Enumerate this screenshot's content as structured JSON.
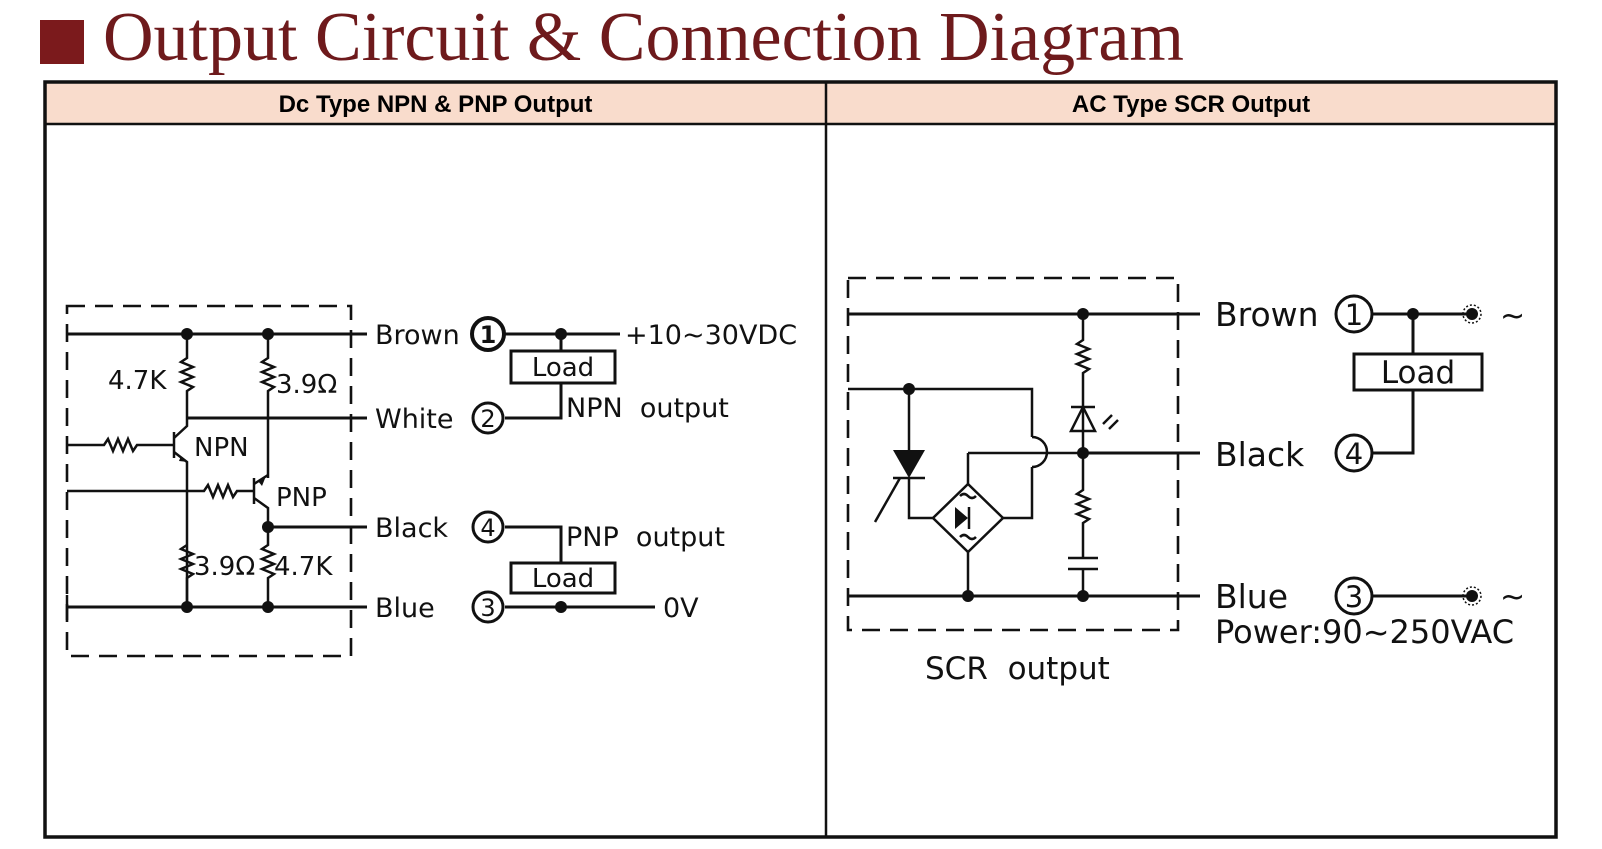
{
  "title": "Output Circuit & Connection Diagram",
  "colors": {
    "title": "#6e1a1c",
    "title_square": "#7b1a1c",
    "header_band": "#f9dccc",
    "line": "#111111"
  },
  "panels": {
    "dc": {
      "header": "Dc Type NPN & PNP Output",
      "resistor_4k7_top": "4.7K",
      "resistor_3r9_top": "3.9Ω",
      "resistor_3r9_bottom": "3.9Ω",
      "resistor_4k7_bottom": "4.7K",
      "npn_label": "NPN",
      "pnp_label": "PNP",
      "wires": {
        "brown": {
          "label": "Brown",
          "pin": "1"
        },
        "white": {
          "label": "White",
          "pin": "2"
        },
        "black": {
          "label": "Black",
          "pin": "4"
        },
        "blue": {
          "label": "Blue",
          "pin": "3"
        }
      },
      "supply": "+10~30VDC",
      "ground": "0V",
      "load_top": "Load",
      "load_bottom": "Load",
      "npn_output": "NPN  output",
      "pnp_output": "PNP  output"
    },
    "ac": {
      "header": "AC Type SCR Output",
      "wires": {
        "brown": {
          "label": "Brown",
          "pin": "1"
        },
        "black": {
          "label": "Black",
          "pin": "4"
        },
        "blue": {
          "label": "Blue",
          "pin": "3"
        }
      },
      "load": "Load",
      "tilde_top": "~",
      "tilde_bottom": "~",
      "power": "Power:90~250VAC",
      "scr_output": "SCR  output"
    }
  }
}
